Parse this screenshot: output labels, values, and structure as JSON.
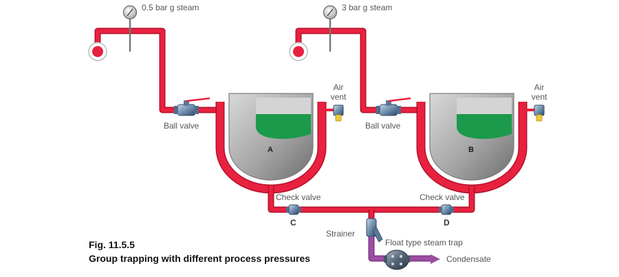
{
  "colors": {
    "steam": "#e8213f",
    "condensate": "#9b4fa3",
    "fill": "#1b9a4b",
    "vessel": "#a9a9a9",
    "device": "#6f8fae"
  },
  "labels": {
    "steam_a": "0.5 bar g steam",
    "steam_b": "3 bar g steam",
    "ball_valve_a": "Ball valve",
    "ball_valve_b": "Ball valve",
    "air_vent_a_line1": "Air",
    "air_vent_a_line2": "vent",
    "air_vent_b_line1": "Air",
    "air_vent_b_line2": "vent",
    "pan_a": "A",
    "pan_b": "B",
    "check_valve_c": "Check valve",
    "check_valve_d": "Check valve",
    "tag_c": "C",
    "tag_d": "D",
    "strainer": "Strainer",
    "steam_trap": "Float type steam trap",
    "condensate": "Condensate"
  },
  "caption": {
    "number": "Fig. 11.5.5",
    "title": "Group trapping with different process pressures"
  },
  "icons": [
    "pressure-gauge-icon",
    "ball-valve-icon",
    "air-vent-icon",
    "check-valve-icon",
    "strainer-icon",
    "float-trap-icon",
    "flow-arrow-icon"
  ]
}
